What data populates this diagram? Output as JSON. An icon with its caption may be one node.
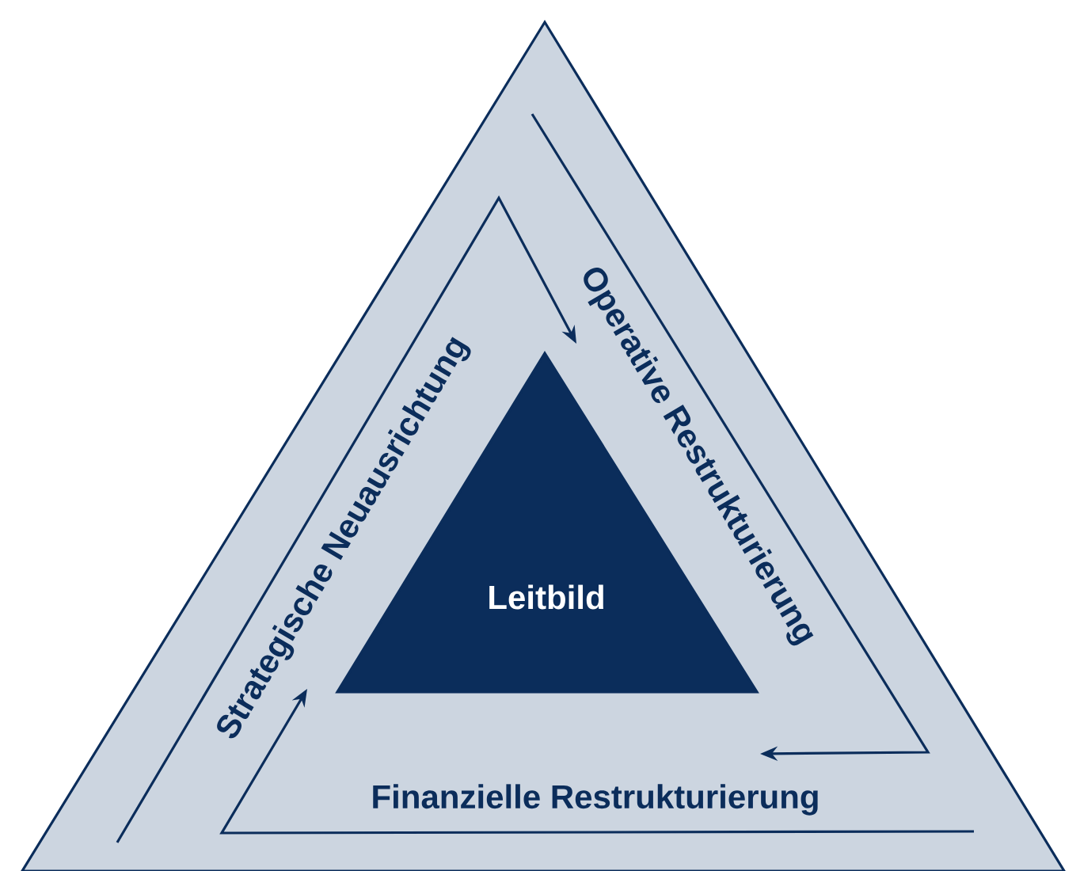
{
  "diagram": {
    "nodes": [
      {
        "text": [
          "Strategische Neuausrichtung",
          "Operative Restrukturierung",
          "Finanzielle Restrukturierung"
        ]
      },
      {
        "text": [
          "Leitbild"
        ],
        "in": 0
      }
    ]
  }
}
